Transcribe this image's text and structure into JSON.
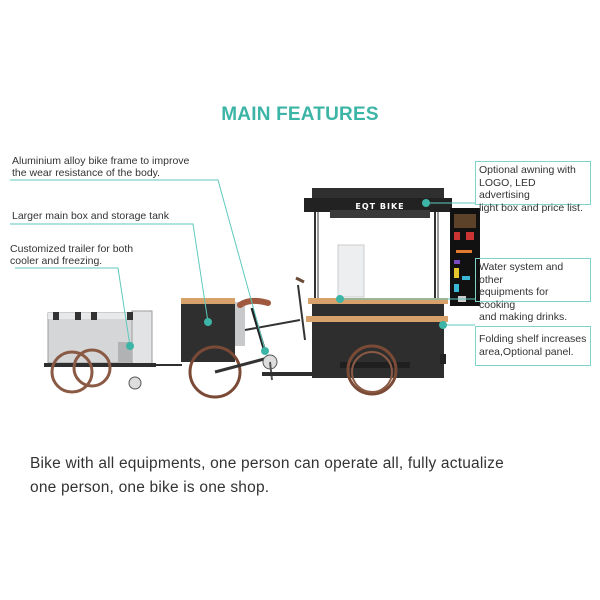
{
  "title": "MAIN FEATURES",
  "accent_color": "#3cb5a6",
  "callouts_left": [
    {
      "line1": "Aluminium alloy bike frame to improve",
      "line2": "the wear resistance of the body."
    },
    {
      "line1": "Larger main box and storage tank",
      "line2": ""
    },
    {
      "line1": "Customized trailer for both",
      "line2": "cooler and freezing."
    }
  ],
  "callouts_right": [
    {
      "line1": "Optional awning with",
      "line2": "LOGO, LED advertising",
      "line3": "light box and price list."
    },
    {
      "line1": "Water system and other",
      "line2": "equipments for cooking",
      "line3": "and making drinks."
    },
    {
      "line1": "Folding shelf increases",
      "line2": "area,Optional panel.",
      "line3": ""
    }
  ],
  "awning_brand": "EQT BIKE",
  "caption": {
    "line1": "Bike with all equipments, one person can operate all, fully actualize",
    "line2": "one person, one bike is one shop."
  }
}
